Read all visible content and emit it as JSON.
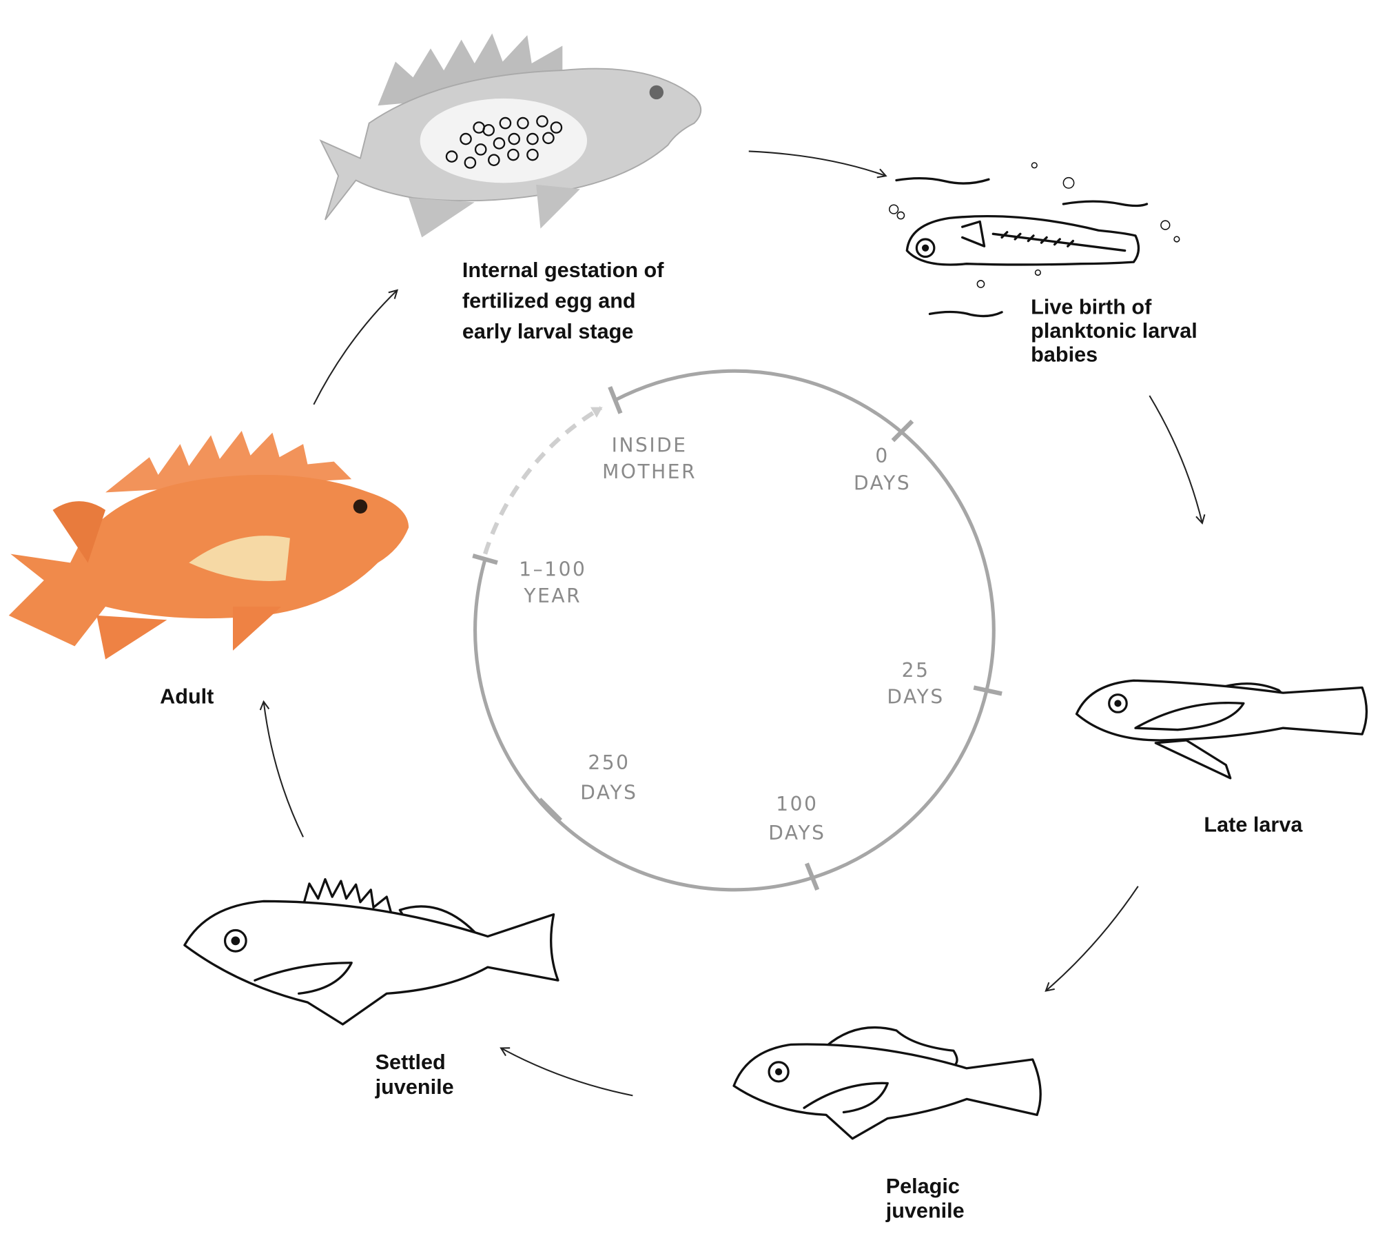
{
  "stages": [
    {
      "id": "gestation",
      "lines": [
        "Internal gestation of",
        "fertilized egg and",
        "early larval stage"
      ]
    },
    {
      "id": "live-birth",
      "lines": [
        "Live birth of",
        "planktonic larval",
        "babies"
      ]
    },
    {
      "id": "late-larva",
      "lines": [
        "Late larva"
      ]
    },
    {
      "id": "pelagic-juvenile",
      "lines": [
        "Pelagic",
        "juvenile"
      ]
    },
    {
      "id": "settled-juvenile",
      "lines": [
        "Settled",
        "juvenile"
      ]
    },
    {
      "id": "adult",
      "lines": [
        "Adult"
      ]
    }
  ],
  "timeline": [
    {
      "lines": [
        "INSIDE",
        "MOTHER"
      ]
    },
    {
      "lines": [
        "0",
        "DAYS"
      ]
    },
    {
      "lines": [
        "25",
        "DAYS"
      ]
    },
    {
      "lines": [
        "100",
        "DAYS"
      ]
    },
    {
      "lines": [
        "250",
        "DAYS"
      ]
    },
    {
      "lines": [
        "1–100",
        "YEAR"
      ]
    }
  ],
  "colors": {
    "circle": "#a6a6a6",
    "dashed": "#cfcfcf",
    "label_gray": "#8a8a8a",
    "adult_fish": "#f08a4b",
    "gestation_fish": "#c9c9c9"
  }
}
